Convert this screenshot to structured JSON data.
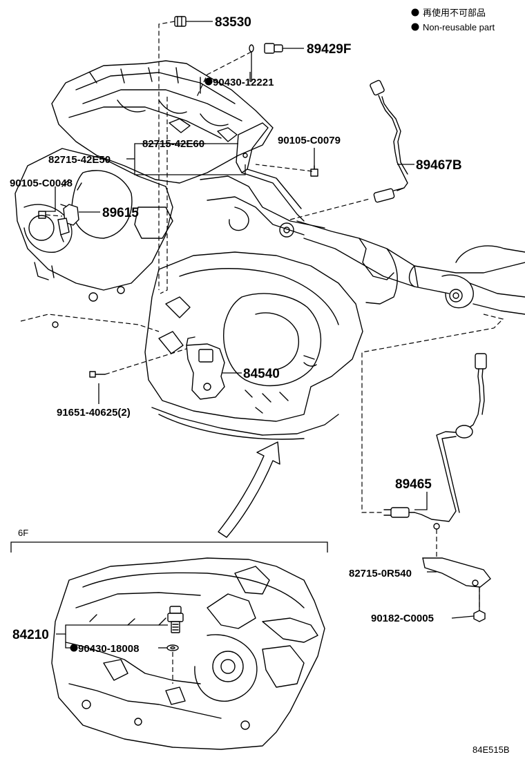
{
  "legend": {
    "line_ja": "再使用不可部品",
    "line_en": "Non-reusable part"
  },
  "parts": {
    "p83530": "83530",
    "p89429F": "89429F",
    "p90430_12221": "90430-12221",
    "p82715_42E60": "82715-42E60",
    "p90105_C0079": "90105-C0079",
    "p82715_42E50": "82715-42E50",
    "p89467B": "89467B",
    "p90105_C0048": "90105-C0048",
    "p89615": "89615",
    "p84540": "84540",
    "p91651_40625": "91651-40625(2)",
    "p89465": "89465",
    "p82715_0R540": "82715-0R540",
    "p90182_C0005": "90182-C0005",
    "p84210": "84210",
    "p90430_18008": "90430-18008"
  },
  "section_label": "6F",
  "figure_code": "84E515B"
}
